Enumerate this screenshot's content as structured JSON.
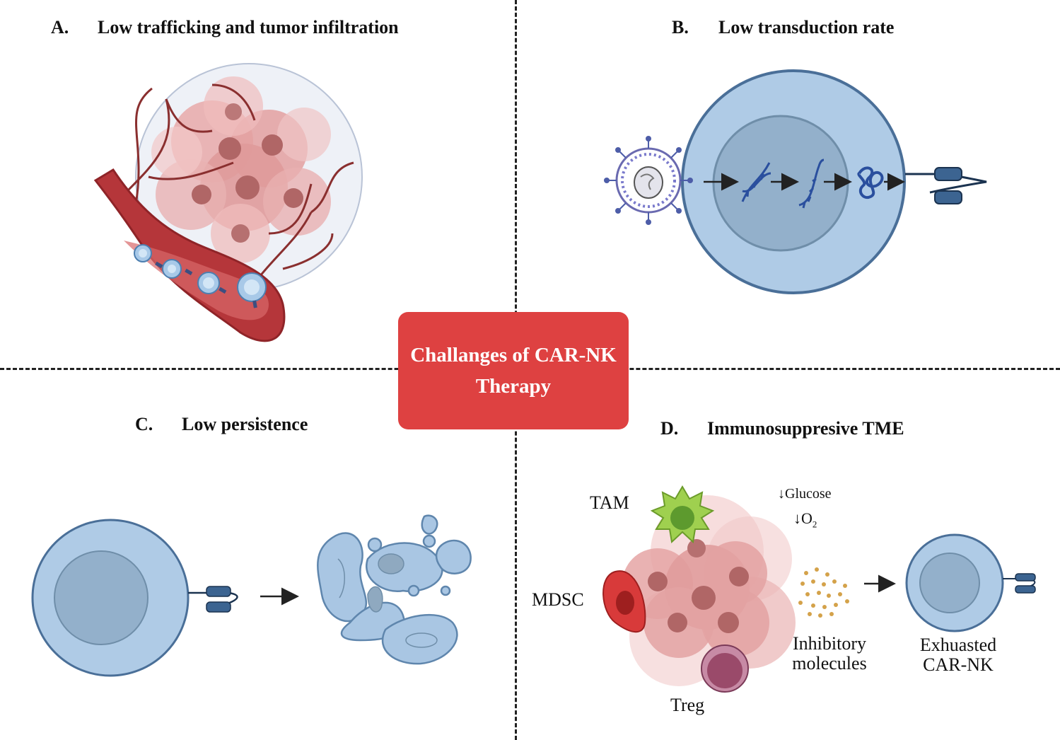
{
  "center": {
    "line1": "Challanges of CAR-NK",
    "line2": "Therapy"
  },
  "panels": {
    "a": {
      "letter": "A.",
      "title": "Low trafficking and tumor infiltration"
    },
    "b": {
      "letter": "B.",
      "title": "Low transduction rate"
    },
    "c": {
      "letter": "C.",
      "title": "Low persistence"
    },
    "d": {
      "letter": "D.",
      "title": "Immunosuppresive TME"
    }
  },
  "panel_d_labels": {
    "tam": "TAM",
    "mdsc": "MDSC",
    "treg": "Treg",
    "glucose": "↓Glucose",
    "o2": "↓O",
    "o2_sub": "2",
    "inhibitory_line1": "Inhibitory",
    "inhibitory_line2": "molecules",
    "exhausted_line1": "Exhuasted",
    "exhausted_line2": "CAR-NK"
  },
  "colors": {
    "center_box": "#de4141",
    "nk_cell": "#afcbe6",
    "nk_nucleus": "#8eadc8",
    "car_receptor": "#3c6491",
    "tumor": "#e5a0a0",
    "vessel": "#b5363a",
    "tam": "#9fd04f",
    "mdsc": "#d83a3a",
    "treg": "#9a4a6a"
  }
}
